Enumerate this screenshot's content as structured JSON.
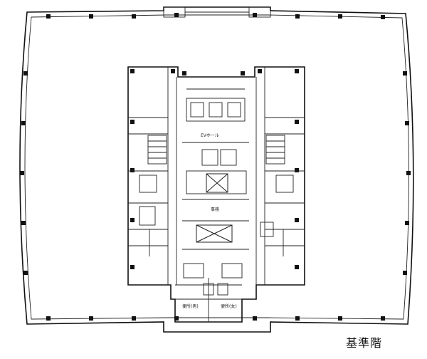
{
  "floor_label": "基準階",
  "labels": {
    "ev_hall": "EVホール",
    "center_room": "事務",
    "restroom_left": "便所(男)",
    "restroom_right": "便所(女)"
  }
}
